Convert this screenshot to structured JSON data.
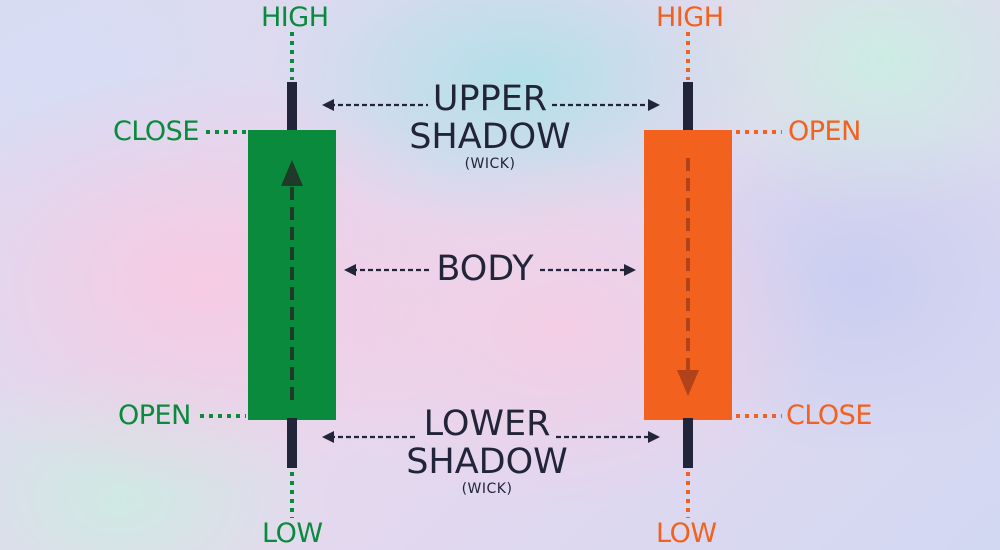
{
  "colors": {
    "bullish": "#0a8a3d",
    "bearish": "#f2611e",
    "wick": "#22253a"
  },
  "bullish": {
    "high": "HIGH",
    "close": "CLOSE",
    "open": "OPEN",
    "low": "LOW"
  },
  "bearish": {
    "high": "HIGH",
    "open": "OPEN",
    "close": "CLOSE",
    "low": "LOW"
  },
  "center": {
    "upper_line1": "UPPER",
    "upper_line2": "SHADOW",
    "upper_note": "(WICK)",
    "body": "BODY",
    "lower_line1": "LOWER",
    "lower_line2": "SHADOW",
    "lower_note": "(WICK)"
  }
}
